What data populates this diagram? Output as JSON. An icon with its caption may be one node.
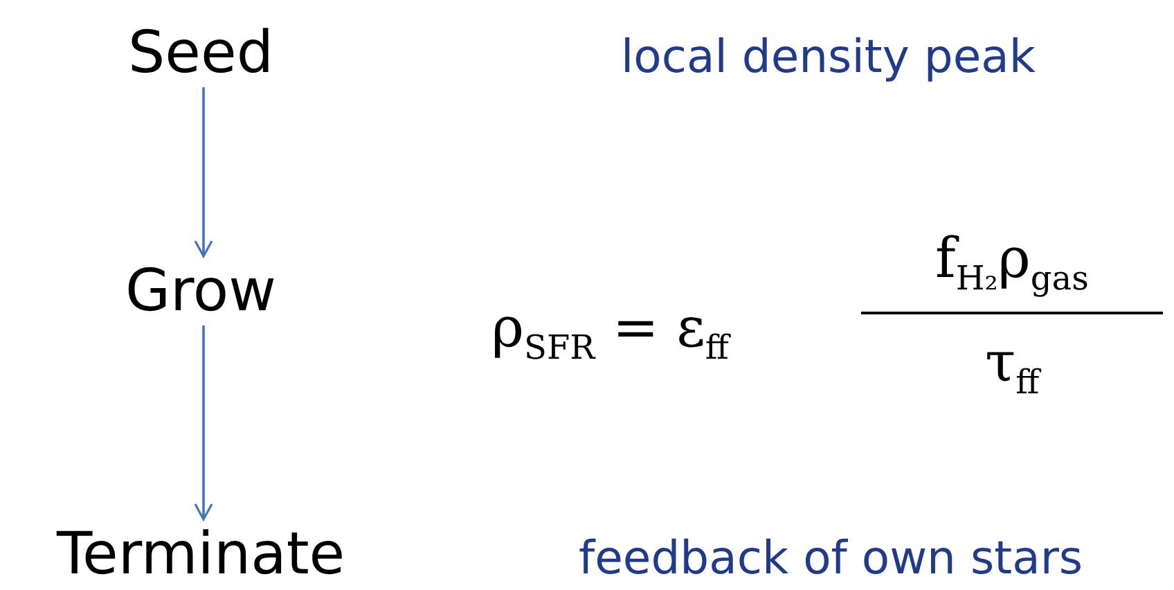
{
  "diagram": {
    "nodes": [
      {
        "text": [
          "Seed"
        ]
      },
      {
        "text": [
          "Grow"
        ]
      },
      {
        "text": [
          "Terminate"
        ]
      }
    ],
    "edges": [
      {
        "from": 0,
        "to": 1,
        "arrow": "to"
      },
      {
        "from": 1,
        "to": 2,
        "arrow": "to"
      }
    ],
    "labels": [
      "local density peak",
      "ρ$_{SFR}$ = ε$_{ff}$",
      "f$_{H₂}$ρ$_{gas}$",
      "τ$_{ff}$",
      "feedback of own stars"
    ]
  }
}
